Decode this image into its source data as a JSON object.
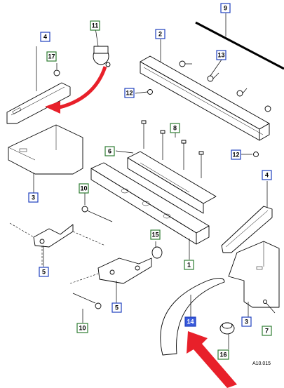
{
  "reference_code": "A10.015",
  "colors": {
    "callout_blue_border": "#1f3fbf",
    "callout_green_border": "#2e7d32",
    "callout_text": "#000000",
    "highlight_fill": "#3a5bdc",
    "highlight_text": "#ffffff",
    "arrow_red": "#e8202a"
  },
  "callouts": [
    {
      "id": "c9",
      "label": "9",
      "color": "blue"
    },
    {
      "id": "c11",
      "label": "11",
      "color": "green"
    },
    {
      "id": "c4a",
      "label": "4",
      "color": "blue"
    },
    {
      "id": "c2",
      "label": "2",
      "color": "blue"
    },
    {
      "id": "c17",
      "label": "17",
      "color": "green"
    },
    {
      "id": "c13",
      "label": "13",
      "color": "blue"
    },
    {
      "id": "c12a",
      "label": "12",
      "color": "blue"
    },
    {
      "id": "c8",
      "label": "8",
      "color": "green"
    },
    {
      "id": "c6",
      "label": "6",
      "color": "green"
    },
    {
      "id": "c12b",
      "label": "12",
      "color": "blue"
    },
    {
      "id": "c3a",
      "label": "3",
      "color": "blue"
    },
    {
      "id": "c4b",
      "label": "4",
      "color": "blue"
    },
    {
      "id": "c10a",
      "label": "10",
      "color": "green"
    },
    {
      "id": "c15",
      "label": "15",
      "color": "green"
    },
    {
      "id": "c1",
      "label": "1",
      "color": "green"
    },
    {
      "id": "c5a",
      "label": "5",
      "color": "blue"
    },
    {
      "id": "c5b",
      "label": "5",
      "color": "blue"
    },
    {
      "id": "c14",
      "label": "14",
      "color": "highlight"
    },
    {
      "id": "c3b",
      "label": "3",
      "color": "blue"
    },
    {
      "id": "c7",
      "label": "7",
      "color": "green"
    },
    {
      "id": "c10b",
      "label": "10",
      "color": "green"
    },
    {
      "id": "c16",
      "label": "16",
      "color": "green"
    }
  ]
}
